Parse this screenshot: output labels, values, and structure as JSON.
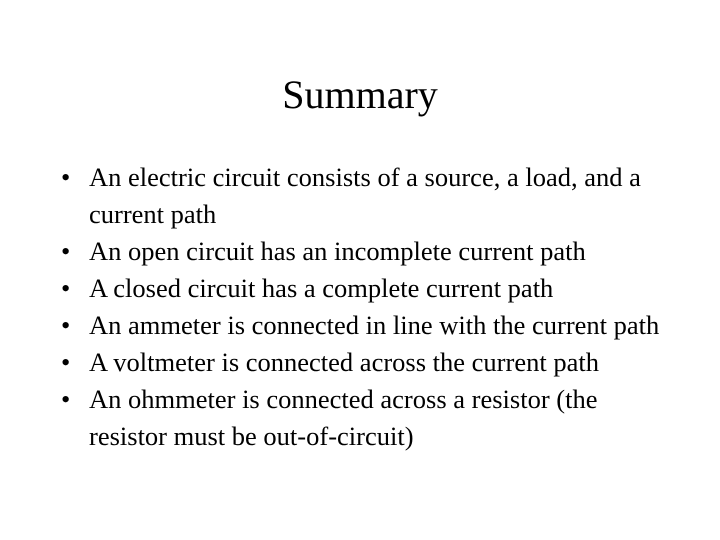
{
  "slide": {
    "title": "Summary",
    "background_color": "#ffffff",
    "text_color": "#000000",
    "bullet_glyph": "•",
    "bullets": [
      {
        "text": "An electric circuit consists of a source, a load, and a current path"
      },
      {
        "text": "An open circuit has an incomplete current path"
      },
      {
        "text": "A closed circuit has a complete current path"
      },
      {
        "text": "An ammeter is connected in line with the current path"
      },
      {
        "text": "A voltmeter is connected across the current path"
      },
      {
        "text": "An ohmmeter is connected across a resistor (the resistor must be out-of-circuit)"
      }
    ]
  }
}
